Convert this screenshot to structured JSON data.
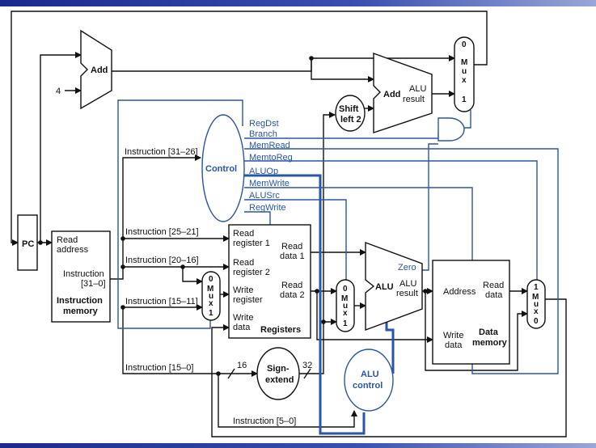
{
  "blocks": {
    "pc": "PC",
    "add_top": "Add",
    "const_four": "4",
    "add_branch": [
      "Add",
      "ALU",
      "result"
    ],
    "shift": [
      "Shift",
      "left 2"
    ],
    "control": "Control",
    "instr_mem": [
      "Read",
      "address",
      "Instruction",
      "[31–0]",
      "Instruction",
      "memory"
    ],
    "registers": [
      "Read",
      "register 1",
      "Read",
      "register 2",
      "Write",
      "register",
      "Write",
      "data",
      "Read",
      "data 1",
      "Read",
      "data 2",
      "Registers"
    ],
    "alu": [
      "ALU",
      "ALU",
      "result",
      "Zero"
    ],
    "data_mem": [
      "Address",
      "Read",
      "data",
      "Write",
      "data",
      "Data",
      "memory"
    ],
    "sign_extend": [
      "Sign-",
      "extend"
    ],
    "alu_control": [
      "ALU",
      "control"
    ]
  },
  "control_signals": [
    "RegDst",
    "Branch",
    "MemRead",
    "MemtoReg",
    "ALUOp",
    "MemWrite",
    "ALUSrc",
    "RegWrite"
  ],
  "instruction_fields": [
    "Instruction [31–26]",
    "Instruction [25–21]",
    "Instruction [20–16]",
    "Instruction [15–11]",
    "Instruction [15–0]",
    "Instruction [5–0]"
  ],
  "bus_widths": [
    "16",
    "32"
  ],
  "muxes": {
    "branch_mux": [
      "0",
      "M",
      "u",
      "x",
      "1"
    ],
    "regdst_mux": [
      "0",
      "M",
      "u",
      "x",
      "1"
    ],
    "alusrc_mux": [
      "0",
      "M",
      "u",
      "x",
      "1"
    ],
    "memtoreg_mux": [
      "1",
      "M",
      "u",
      "x",
      "0"
    ]
  }
}
